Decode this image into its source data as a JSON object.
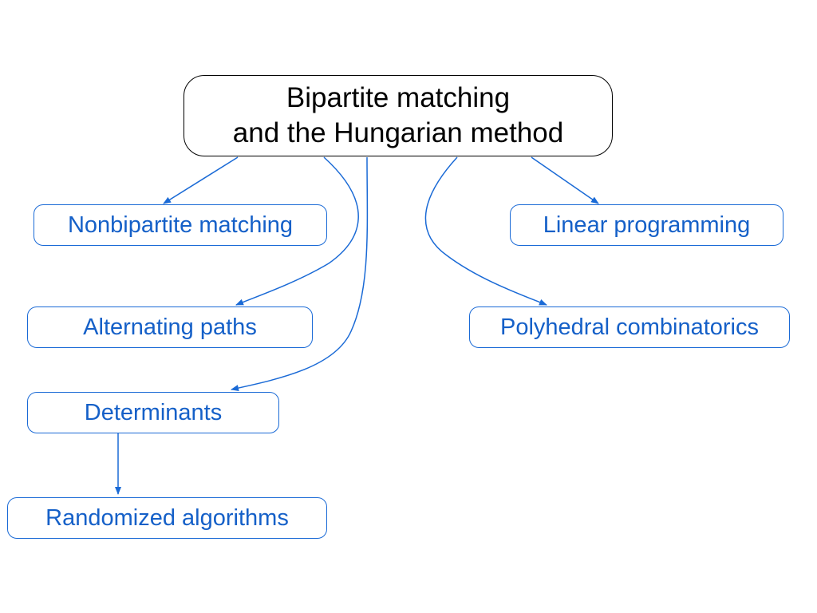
{
  "diagram": {
    "root": {
      "line1": "Bipartite matching",
      "line2": "and the Hungarian method"
    },
    "nodes": {
      "nonbipartite": "Nonbipartite matching",
      "alternating": "Alternating paths",
      "determinants": "Determinants",
      "randomized": "Randomized algorithms",
      "linear_programming": "Linear programming",
      "polyhedral": "Polyhedral combinatorics"
    },
    "edges": [
      {
        "from": "root",
        "to": "nonbipartite"
      },
      {
        "from": "root",
        "to": "alternating"
      },
      {
        "from": "root",
        "to": "determinants"
      },
      {
        "from": "root",
        "to": "linear_programming"
      },
      {
        "from": "root",
        "to": "polyhedral"
      },
      {
        "from": "determinants",
        "to": "randomized"
      }
    ],
    "colors": {
      "root_border": "#000000",
      "root_text": "#000000",
      "node_border": "#1a6ad6",
      "node_text": "#1560c8",
      "edge": "#1a6ad6"
    }
  }
}
